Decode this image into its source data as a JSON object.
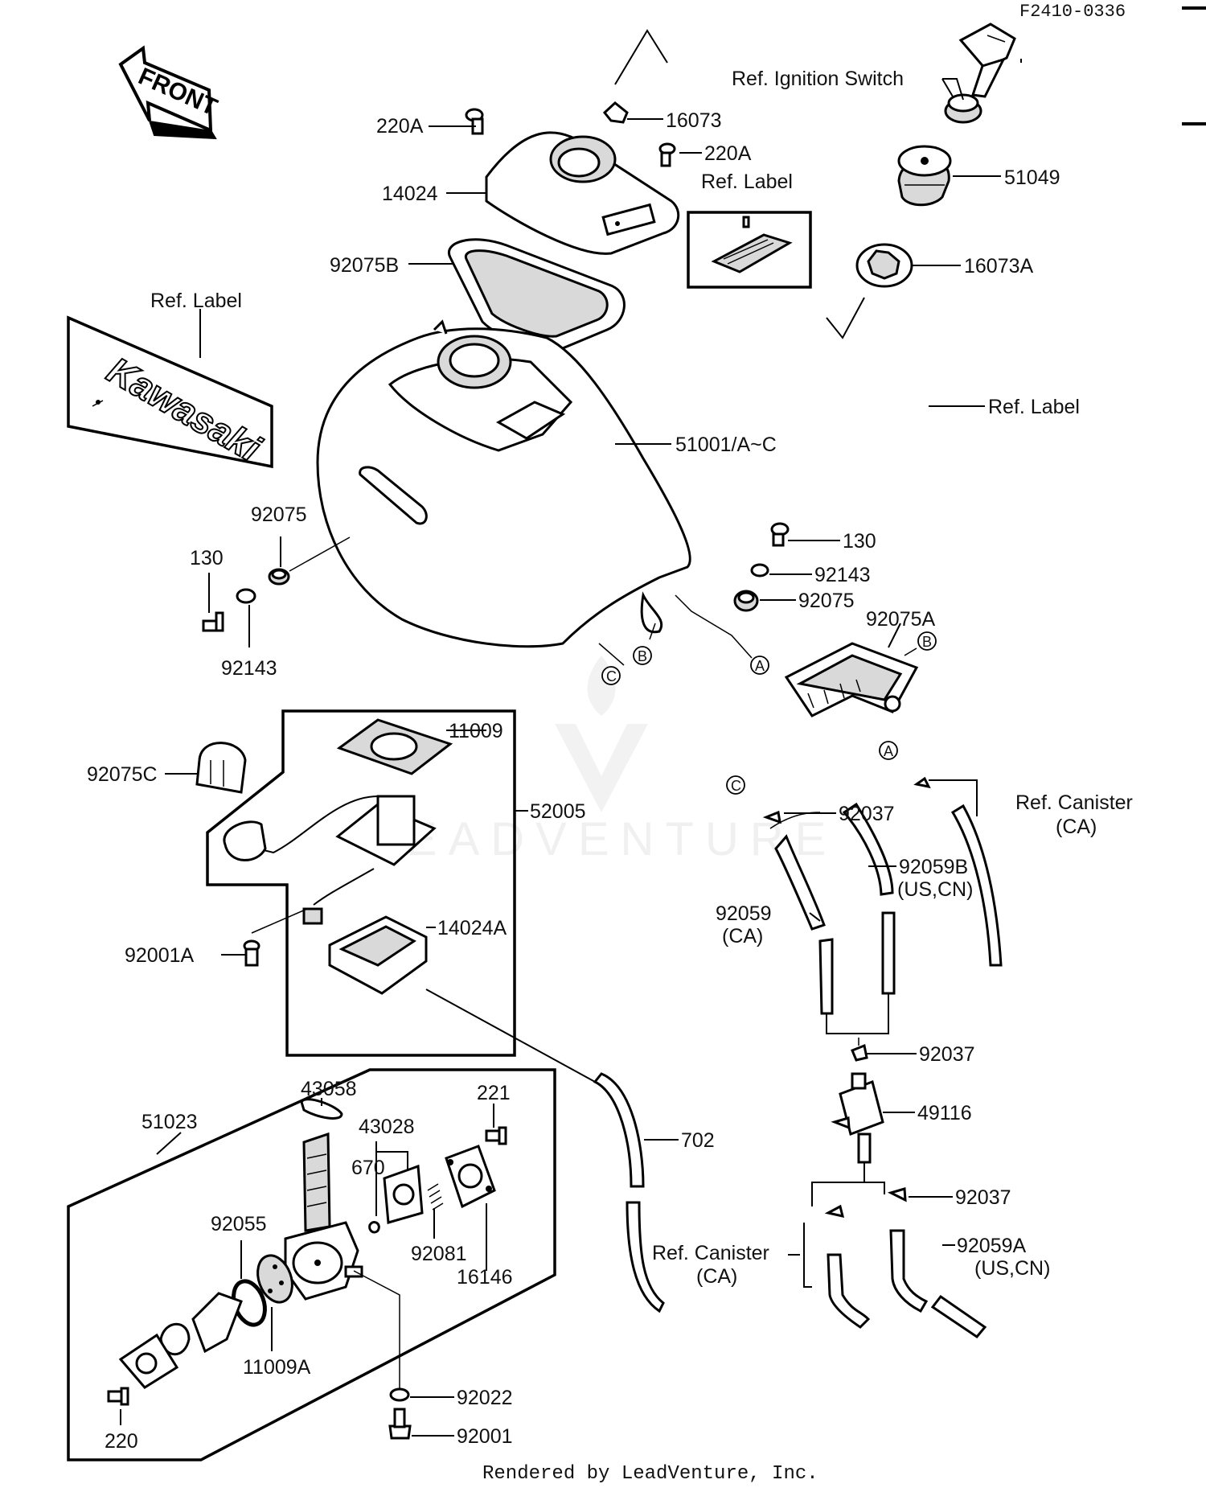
{
  "header": {
    "code": "F2410-0336"
  },
  "front_arrow": {
    "label": "FRONT"
  },
  "logo_label": {
    "text": "Kawasaki"
  },
  "labels": {
    "ref_ignition_switch": "Ref. Ignition Switch",
    "p16073": "16073",
    "p220A_top": "220A",
    "p220A_right": "220A",
    "ref_label_top": "Ref. Label",
    "p14024": "14024",
    "p51049": "51049",
    "p92075B": "92075B",
    "p16073A": "16073A",
    "ref_label_left": "Ref. Label",
    "ref_label_right": "Ref. Label",
    "p51001": "51001/A~C",
    "p92075_left": "92075",
    "p130_left": "130",
    "p92143_left": "92143",
    "p130_right": "130",
    "p92143_right": "92143",
    "p92075_right": "92075",
    "p92075A": "92075A",
    "p11009": "11009",
    "p92075C": "92075C",
    "p52005": "52005",
    "ref_canister_top_1": "Ref. Canister",
    "ref_canister_top_2": "(CA)",
    "p92037_a": "92037",
    "p92059B_1": "92059B",
    "p92059B_2": "(US,CN)",
    "p92059_1": "92059",
    "p92059_2": "(CA)",
    "p14024A": "14024A",
    "p92001A": "92001A",
    "p92037_b": "92037",
    "p49116": "49116",
    "p51023": "51023",
    "p43058": "43058",
    "p221": "221",
    "p43028": "43028",
    "p670": "670",
    "p702": "702",
    "p92055": "92055",
    "p92081": "92081",
    "p16146": "16146",
    "p92037_c": "92037",
    "ref_canister_bot_1": "Ref. Canister",
    "ref_canister_bot_2": "(CA)",
    "p92059A_1": "92059A",
    "p92059A_2": "(US,CN)",
    "p11009A": "11009A",
    "p92022": "92022",
    "p220": "220",
    "p92001": "92001"
  },
  "markers": {
    "a": "A",
    "b": "B",
    "c": "C"
  },
  "watermark": {
    "text": "LEADVENTURE"
  },
  "footer": {
    "text": "Rendered by LeadVenture, Inc."
  }
}
